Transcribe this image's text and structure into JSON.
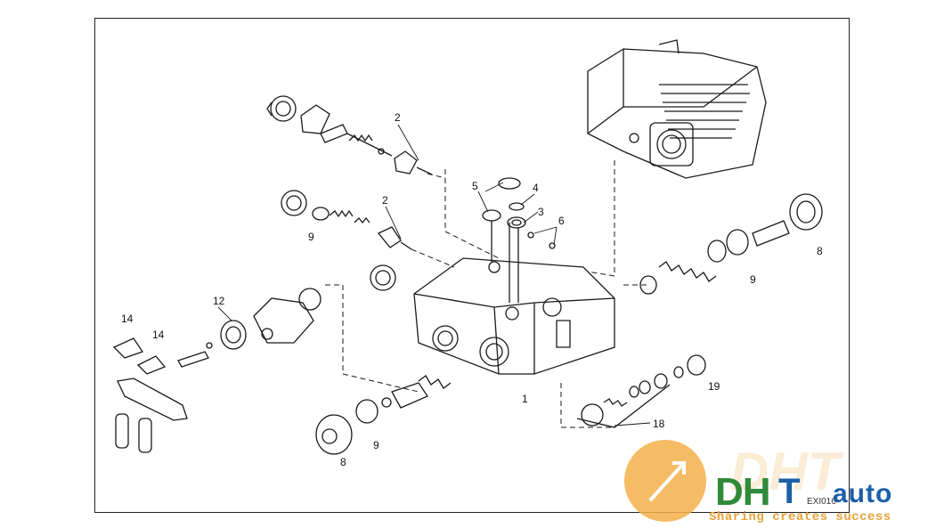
{
  "diagram": {
    "callouts": [
      "1",
      "2",
      "2",
      "3",
      "4",
      "5",
      "6",
      "8",
      "8",
      "9",
      "9",
      "9",
      "12",
      "14",
      "14",
      "18",
      "19"
    ],
    "drawing_code": "EXI016"
  },
  "watermark": {
    "brand_dh": "DH",
    "brand_t": "T",
    "brand_auto": "auto",
    "slogan": "Sharing creates success"
  },
  "colors": {
    "line": "#1a1a1a",
    "logo_orange": "#f5b04a",
    "logo_green": "#2f8a3a",
    "logo_blue": "#1b5fa8"
  }
}
